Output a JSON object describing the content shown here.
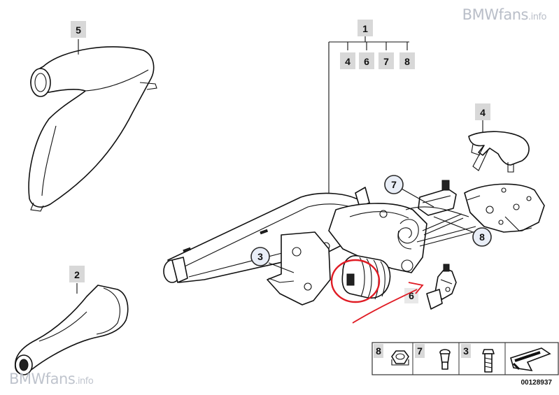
{
  "watermark": {
    "brand": "BMWfans",
    "suffix": ".info"
  },
  "callouts": {
    "assembly": "1",
    "sub_4": "4",
    "sub_6": "6",
    "sub_7": "7",
    "sub_8": "8",
    "grip_cover": "5",
    "lever_cover": "2",
    "pawl_cover": "4",
    "circle_7": "7",
    "circle_8": "8",
    "circle_3": "3",
    "bracket_6": "6"
  },
  "parts_legend": {
    "nut_label": "8",
    "pin_label": "7",
    "bolt_label": "3"
  },
  "reference_number": "00128937",
  "annotation_colors": {
    "circle": "#e01b24",
    "arrow": "#e01b24"
  }
}
